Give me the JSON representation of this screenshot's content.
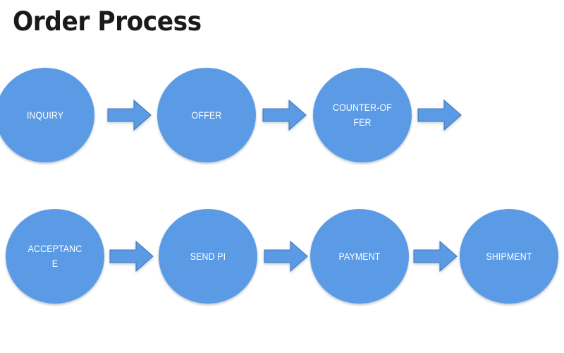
{
  "title": "Order Process",
  "colors": {
    "node_fill": "#5B9BE5",
    "arrow_fill": "#5B9BE5",
    "arrow_stroke": "#4478B4",
    "node_text": "#FFFFFF",
    "title_text": "#1A1A1A",
    "background": "#FFFFFF"
  },
  "diagram": {
    "type": "process-flow",
    "rows": [
      {
        "row_name": "row-1",
        "nodes": [
          {
            "id": "inquiry",
            "label": "INQUIRY"
          },
          {
            "id": "offer",
            "label": "OFFER"
          },
          {
            "id": "counter-offer",
            "label": "COUNTER-OFFER"
          }
        ],
        "arrows": [
          {
            "id": "r1-1",
            "direction": "right"
          },
          {
            "id": "r1-2",
            "direction": "right"
          },
          {
            "id": "r1-3",
            "direction": "right"
          }
        ]
      },
      {
        "row_name": "row-2",
        "nodes": [
          {
            "id": "acceptance",
            "label": "ACCEPTANCE"
          },
          {
            "id": "send-pi",
            "label": "SEND PI"
          },
          {
            "id": "payment",
            "label": "PAYMENT"
          },
          {
            "id": "shipment",
            "label": "SHIPMENT"
          }
        ],
        "arrows": [
          {
            "id": "r2-1",
            "direction": "right"
          },
          {
            "id": "r2-2",
            "direction": "right"
          },
          {
            "id": "r2-3",
            "direction": "right"
          }
        ]
      }
    ],
    "sequence": [
      "INQUIRY",
      "OFFER",
      "COUNTER-OFFER",
      "ACCEPTANCE",
      "SEND PI",
      "PAYMENT",
      "SHIPMENT"
    ]
  }
}
